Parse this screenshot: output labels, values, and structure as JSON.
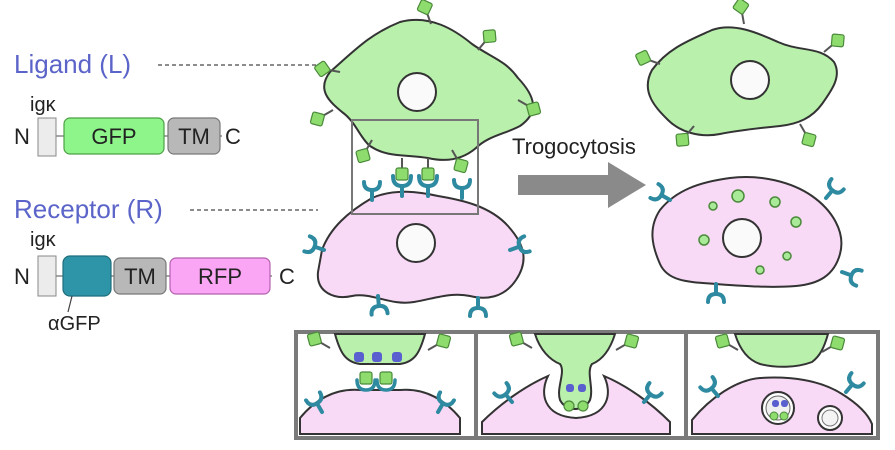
{
  "labels": {
    "ligand": "Ligand (L)",
    "receptor": "Receptor (R)",
    "trogocytosis": "Trogocytosis",
    "n": "N",
    "c": "C",
    "igk": "igκ",
    "gfp": "GFP",
    "tm": "TM",
    "rfp": "RFP",
    "agfp": "αGFP"
  },
  "colors": {
    "gfp_green": "#8ef58a",
    "cell_green": "#b9f0ac",
    "cell_pink": "#f8d9f6",
    "rfp_pink": "#fba6f5",
    "tm_gray": "#b8b8b8",
    "agfp_teal": "#2e95a8",
    "signal_gray": "#ececec",
    "label_blue": "#5b64c8",
    "arrow_gray": "#8a8a8a"
  }
}
